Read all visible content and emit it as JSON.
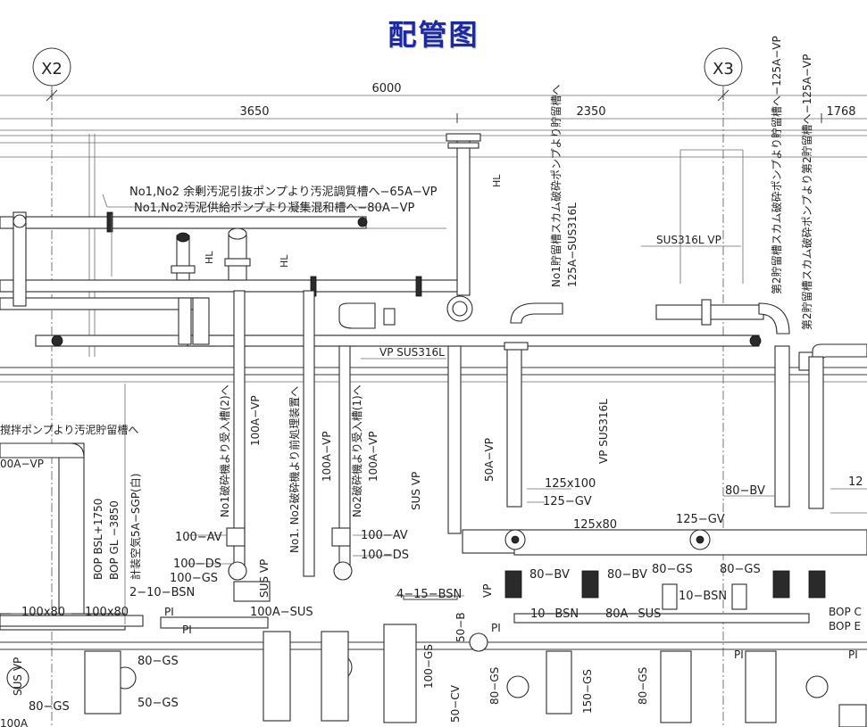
{
  "title": "配管图",
  "grid": {
    "left": "X2",
    "right": "X3"
  },
  "dimensions": {
    "overall": "6000",
    "left": "3650",
    "right": "2350",
    "far": "1768"
  },
  "notes": {
    "line1": "No1,No2 余剰汚泥引抜ポンプより汚泥調質槽へ−65A−VP",
    "line2": "No1,No2汚泥供給ポンプより凝集混和槽へ−80A−VP",
    "tank1": "No1貯留槽スカム破砕ポンプより貯留槽へ",
    "tank1_spec": "125A−SUS316L",
    "tank2a": "第2貯留槽スカム破砕ポンプより貯留槽へ−125A−VP",
    "tank2b": "第2貯留槽スカム破砕ポンプより第2貯留槽へ−125A−VP",
    "sus_vp_right": "SUS316L  VP",
    "vp_sus_mid": "VP  SUS316L",
    "vp_sus_vertical": "VP  SUS316L",
    "left_edge": "撹拌ポンプより汚泥貯留槽へ",
    "left_edge_spec": "00A−VP",
    "crusher1": "No1破砕機より受入槽(2)へ",
    "crusher2": "No1. No2破砕機より前処理装置へ",
    "crusher3": "No2破砕機より受入槽(1)へ",
    "air": "計装空気5A−SGP(白)",
    "bop1": "BOP  BSL+1750",
    "bop2": "BOP  GL −3850",
    "bop_right1": "BOP C",
    "bop_right2": "BOP E",
    "sus_vp_small": "SUS  VP",
    "sus_vp_small2": "SUS  VP",
    "sus_vp_left": "SUS  VP",
    "vp_small": "VP",
    "hl": "HL"
  },
  "labels": {
    "a100vp_1": "100A−VP",
    "a100vp_2": "100A−VP",
    "a100vp_3": "100A−VP",
    "a50vp": "50A−VP",
    "a125x100": "125x100",
    "a125gv_l": "125−GV",
    "a125x80": "125x80",
    "a125gv_r": "125−GV",
    "a80bv_top": "80−BV",
    "a12": "12",
    "a100av_l": "100−AV",
    "a100ds_l": "100−DS",
    "a100gs": "100−GS",
    "a100av_r": "100−AV",
    "a100ds_r": "100−DS",
    "a210bsn": "2−10−BSN",
    "a415bsn": "4−15−BSN",
    "a100asus": "100A−SUS",
    "a100x80_l": "100x80",
    "a100x80_r": "100x80",
    "a80bv_1": "80−BV",
    "a80bv_2": "80−BV",
    "a80gs_1": "80−GS",
    "a80gs_2": "80−GS",
    "a10bsn_1": "10−BSN",
    "a10bsn_2": "10−BSN",
    "a80asus": "80A−SUS",
    "a80gs_left": "80−GS",
    "a80gs_bl": "80−GS",
    "a50gs": "50−GS",
    "a100gs_v": "100−GS",
    "a50cv": "50−CV",
    "a50b": "50−B",
    "a80gs_v": "80−GS",
    "a150gs": "150−GS",
    "a80gs_v2": "80−GS",
    "pi": "PI",
    "a100a": "100A"
  },
  "colors": {
    "title": "#1d2a9e",
    "line": "#2b2b2b"
  }
}
